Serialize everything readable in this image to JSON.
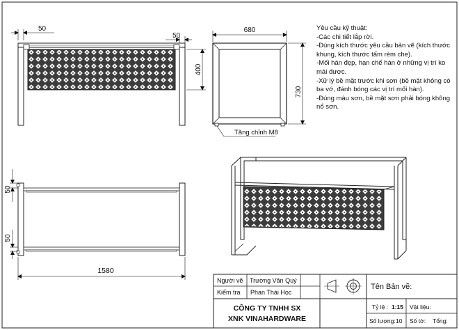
{
  "dimensions": {
    "side_left_offset": "50",
    "side_right_offset": "50",
    "panel_height": "400",
    "top_width": "680",
    "top_height": "730",
    "plan_offset_top": "50",
    "plan_offset_bottom": "50",
    "overall_length": "1580"
  },
  "annotations": {
    "set_screw": "Tăng chỉnh M8"
  },
  "requirements": {
    "title": "Yêu cầu kỹ thuật:",
    "lines": [
      "-Các chi tiết lắp rời.",
      "-Đúng kích thước yêu cầu bản vẽ (kích thước khung, kích thước tấm rèm che).",
      "-Mối hàn đẹp, hạn chế hàn ở những vị trí ko mài được.",
      "-Xử lý bề mặt trước khi sơn (bề mặt không có ba vớ, đánh bóng các vị trí mối hàn).",
      "-Đúng màu sơn, bề mặt sơn phải bóng không nổ sơn."
    ]
  },
  "title_block": {
    "drawn_by_label": "Người vẽ",
    "drawn_by": "Trương Văn Quý",
    "checked_by_label": "Kiểm tra",
    "checked_by": "Phan Thái Học",
    "drawing_name_label": "Tên Bản vẽ:",
    "company_line1": "CÔNG TY TNHH SX",
    "company_line2": "XNK VINAHARDWARE",
    "scale_label": "Tỷ lệ :",
    "scale": "1:15",
    "material_label": "Vật liệu:",
    "quantity_label": "Số lượng:",
    "quantity": "10",
    "sheet_label": "Số tờ:",
    "total_label": "Tổng:"
  }
}
